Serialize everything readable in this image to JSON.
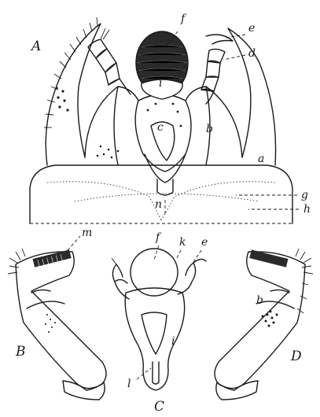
{
  "figure": {
    "panels": {
      "A": "A",
      "B": "B",
      "C": "C",
      "D": "D"
    },
    "labels": {
      "a": "a",
      "b": "b",
      "c": "c",
      "d": "d",
      "e": "e",
      "f": "f",
      "g": "g",
      "h": "h",
      "i": "i",
      "k": "k",
      "l": "l",
      "m": "m",
      "n": "n",
      "b2": "b",
      "e2": "e",
      "f2": "f",
      "i2": "i"
    }
  }
}
